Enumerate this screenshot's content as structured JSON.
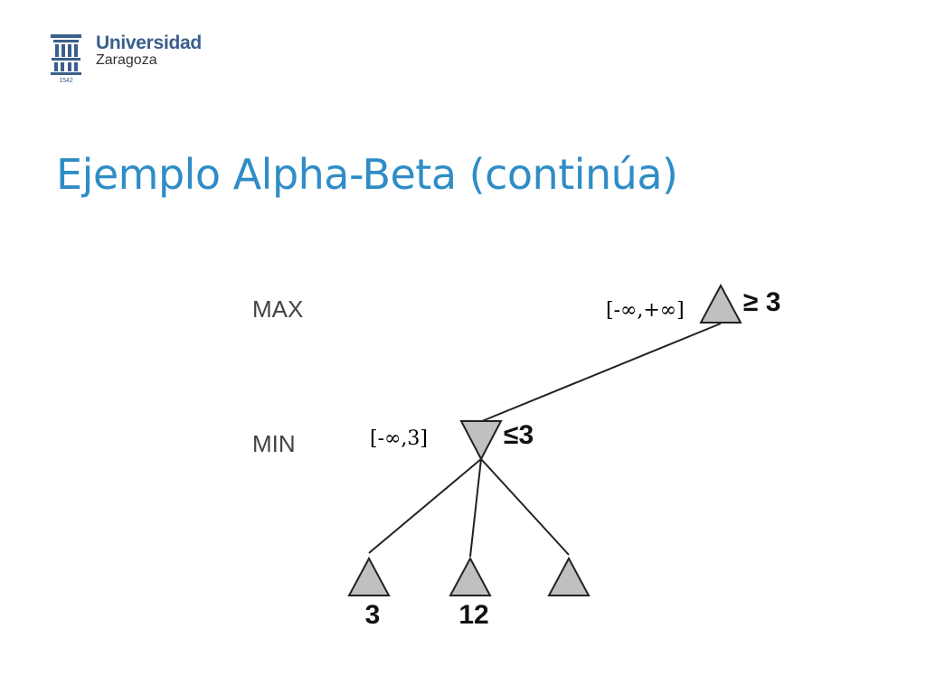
{
  "header": {
    "logo_line1": "Universidad",
    "logo_line2": "Zaragoza",
    "logo_year": "1542"
  },
  "slide": {
    "title": "Ejemplo Alpha-Beta (continúa)"
  },
  "tree": {
    "levels": {
      "max": "MAX",
      "min": "MIN"
    },
    "root": {
      "type": "max",
      "bound": "≥ 3",
      "window": "[-∞,+∞]"
    },
    "min_node": {
      "type": "min",
      "bound": "≤3",
      "window": "[-∞,3]"
    },
    "leaves": [
      {
        "value": "3"
      },
      {
        "value": "12"
      },
      {
        "value": ""
      }
    ],
    "node_fill": "#c0c0c0",
    "edge_color": "#222222"
  }
}
